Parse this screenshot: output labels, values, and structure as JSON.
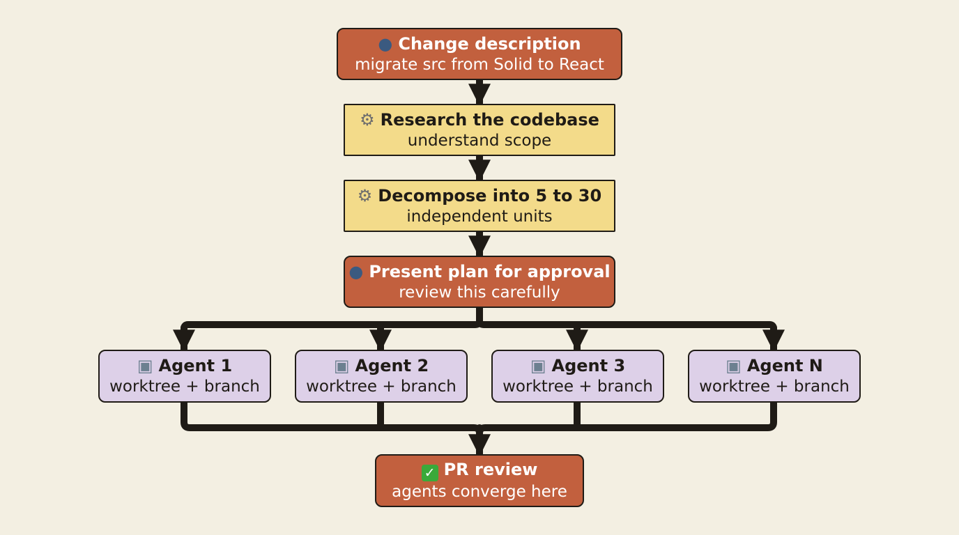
{
  "colors": {
    "background": "#f3efe2",
    "human_step": "#c2603e",
    "automated_step": "#f3db8a",
    "agent_step": "#ddd0e8",
    "connector": "#1f1b16"
  },
  "nodes": {
    "change": {
      "icon": "person-icon",
      "title": "Change description",
      "sub": "migrate src from Solid to React"
    },
    "research": {
      "icon": "gear-icon",
      "title": "Research the codebase",
      "sub": "understand scope"
    },
    "decompose": {
      "icon": "gear-icon",
      "title": "Decompose into 5 to 30",
      "sub": "independent units"
    },
    "approval": {
      "icon": "person-icon",
      "title": "Present plan for approval",
      "sub": "review this carefully"
    },
    "agents": [
      {
        "icon": "robot-icon",
        "title": "Agent 1",
        "sub": "worktree + branch"
      },
      {
        "icon": "robot-icon",
        "title": "Agent 2",
        "sub": "worktree + branch"
      },
      {
        "icon": "robot-icon",
        "title": "Agent 3",
        "sub": "worktree + branch"
      },
      {
        "icon": "robot-icon",
        "title": "Agent N",
        "sub": "worktree + branch"
      }
    ],
    "review": {
      "icon": "check-icon",
      "title": "PR review",
      "sub": "agents converge here"
    }
  }
}
